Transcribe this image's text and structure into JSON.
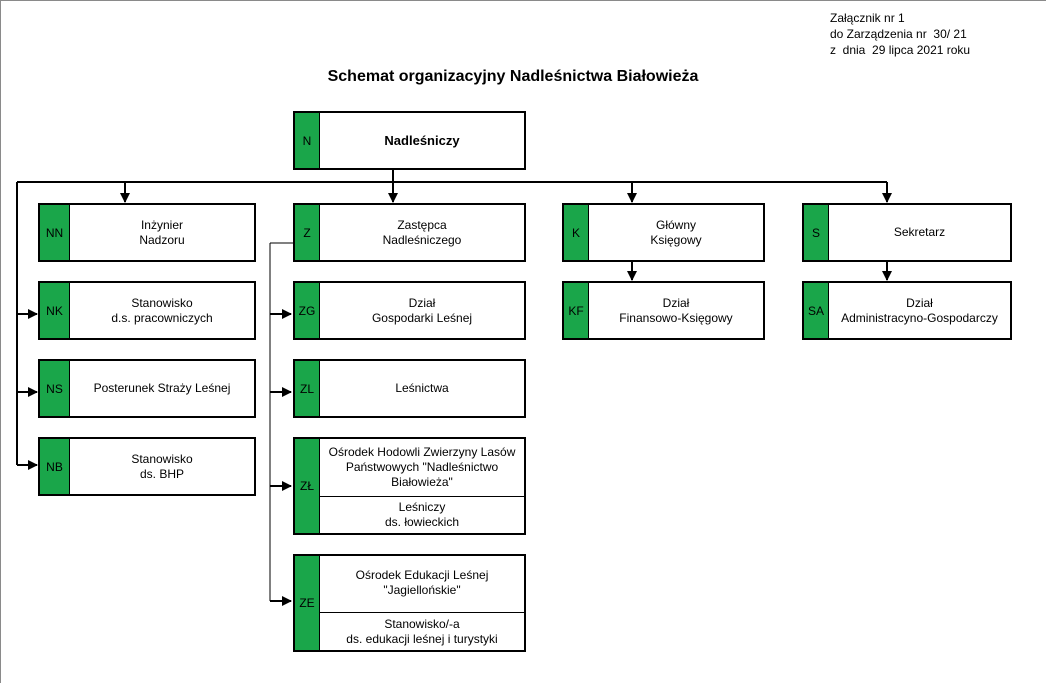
{
  "annex": {
    "line1": "Załącznik nr 1",
    "line2": "do Zarządzenia nr  30/ 21",
    "line3": "z  dnia  29 lipca 2021 roku"
  },
  "title": "Schemat organizacyjny Nadleśnictwa Białowieża",
  "colors": {
    "code_fill": "#1aa64a",
    "border": "#000000"
  },
  "units": {
    "N": {
      "code": "N",
      "label": "Nadleśniczy"
    },
    "NN": {
      "code": "NN",
      "label": "Inżynier\nNadzoru"
    },
    "NK": {
      "code": "NK",
      "label": "Stanowisko\nd.s. pracowniczych"
    },
    "NS": {
      "code": "NS",
      "label": "Posterunek Straży Leśnej"
    },
    "NB": {
      "code": "NB",
      "label": "Stanowisko\nds. BHP"
    },
    "Z": {
      "code": "Z",
      "label": "Zastępca\nNadleśniczego"
    },
    "ZG": {
      "code": "ZG",
      "label": "Dział\nGospodarki Leśnej"
    },
    "ZL": {
      "code": "ZL",
      "label": "Leśnictwa"
    },
    "ZLow": {
      "code": "ZŁ",
      "label_top": "Ośrodek Hodowli Zwierzyny Lasów\nPaństwowych \"Nadleśnictwo\nBiałowieża\"",
      "label_bottom": "Leśniczy\nds. łowieckich"
    },
    "ZE": {
      "code": "ZE",
      "label_top": "Ośrodek Edukacji Leśnej\n\"Jagiellońskie\"",
      "label_bottom": "Stanowisko/-a\nds. edukacji leśnej i turystyki"
    },
    "K": {
      "code": "K",
      "label": "Główny\nKsięgowy"
    },
    "KF": {
      "code": "KF",
      "label": "Dział\nFinansowo-Księgowy"
    },
    "S": {
      "code": "S",
      "label": "Sekretarz"
    },
    "SA": {
      "code": "SA",
      "label": "Dział\nAdministracyno-Gospodarczy"
    }
  }
}
